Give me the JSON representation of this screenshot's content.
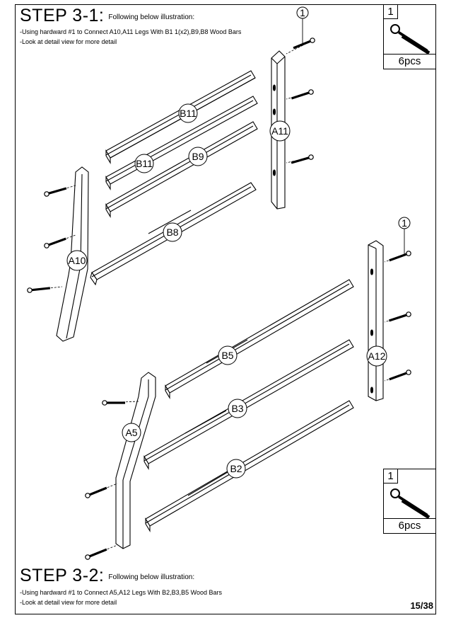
{
  "page": {
    "page_number": "15/38"
  },
  "step_1": {
    "title": "STEP 3-1:",
    "subtitle": "Following below illustration:",
    "lines": [
      "-Using hardward #1 to Connect A10,A11 Legs With B1 1(x2),B9,B8 Wood Bars",
      "-Look at detail view for more detail"
    ]
  },
  "step_2": {
    "title": "STEP 3-2:",
    "subtitle": "Following below illustration:",
    "lines": [
      "-Using hardward #1 to Connect A5,A12 Legs With B2,B3,B5 Wood Bars",
      "-Look at detail view for more detail"
    ]
  },
  "hardware_top": {
    "number": "1",
    "quantity": "6pcs",
    "icon": "bolt-icon"
  },
  "hardware_bottom": {
    "number": "1",
    "quantity": "6pcs",
    "icon": "bolt-icon"
  },
  "callouts": [
    "1",
    "1"
  ],
  "part_labels": {
    "b11_top": "B11",
    "b11_mid": "B11",
    "b9": "B9",
    "b8": "B8",
    "a11": "A11",
    "a10": "A10",
    "a12": "A12",
    "b5": "B5",
    "b3": "B3",
    "b2": "B2",
    "a5": "A5"
  }
}
